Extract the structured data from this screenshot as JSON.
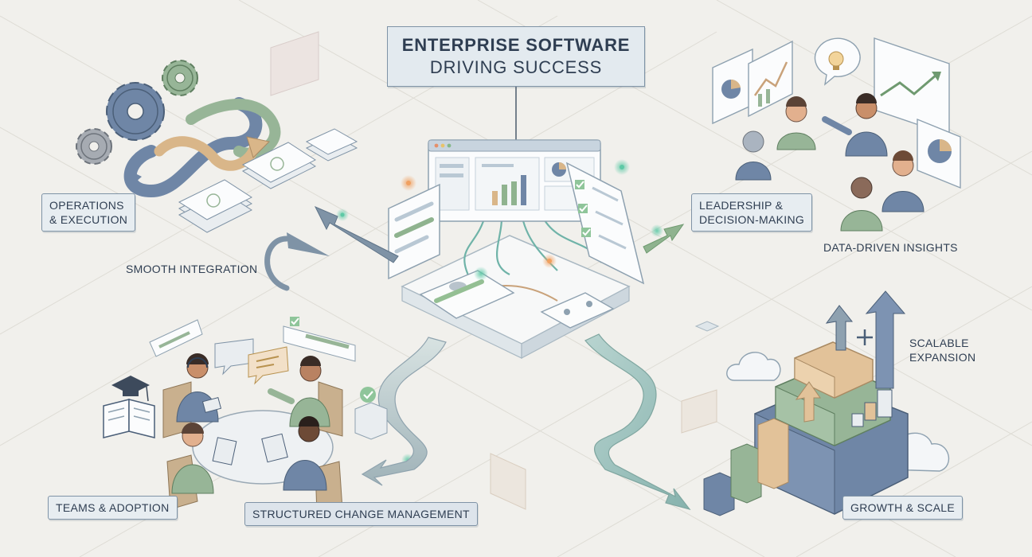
{
  "title": {
    "line1": "ENTERPRISE SOFTWARE",
    "line2": "DRIVING SUCCESS"
  },
  "labels": {
    "operations": [
      "OPERATIONS",
      "& EXECUTION"
    ],
    "smooth_integration": "SMOOTH INTEGRATION",
    "leadership": [
      "LEADERSHIP &",
      "DECISION-MAKING"
    ],
    "data_driven": "DATA-DRIVEN INSIGHTS",
    "scalable": [
      "SCALABLE",
      "EXPANSION"
    ],
    "teams": "TEAMS & ADOPTION",
    "change_mgmt": "STRUCTURED CHANGE MANAGEMENT",
    "growth": "GROWTH & SCALE"
  },
  "colors": {
    "background": "#f1f0ec",
    "ink": "#2f3e52",
    "slate": "#6f86a6",
    "sage": "#97b597",
    "tan": "#d9b689",
    "teal_glow": "#5ec9a6",
    "orange_glow": "#f0a060"
  },
  "icons": [
    "gear-icon",
    "cycle-arrows-icon",
    "document-stack-icon",
    "bar-chart-icon",
    "pie-chart-icon",
    "lightbulb-icon",
    "checklist-icon",
    "graduation-cap-icon",
    "book-icon",
    "speech-bubble-icon",
    "cloud-icon",
    "building-icon",
    "plus-icon"
  ]
}
